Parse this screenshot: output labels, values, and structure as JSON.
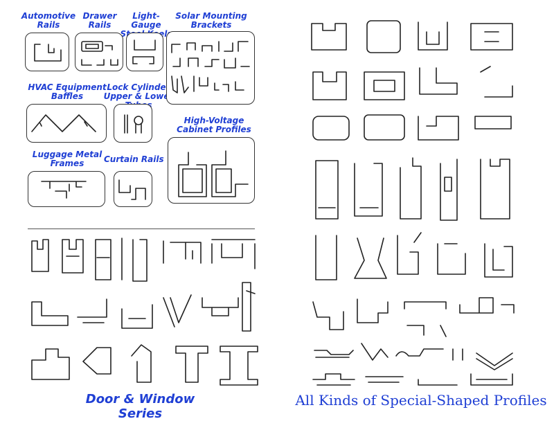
{
  "categories": {
    "automotive_rails": "Automotive\nRails",
    "drawer_rails": "Drawer\nRails",
    "light_gauge": "Light-Gauge\nSteel Keels",
    "solar": "Solar Mounting\nBrackets",
    "hvac": "HVAC Equipment\nBaffles",
    "lock_cylinder": "Lock Cylinder\nUpper & Lower Tubes",
    "high_voltage": "High-Voltage\nCabinet Profiles",
    "luggage": "Luggage Metal\nFrames",
    "curtain": "Curtain Rails"
  },
  "series_titles": {
    "left": "Door & Window Series",
    "right": "All Kinds of Special-Shaped Profiles"
  },
  "colors": {
    "label_blue": "#1f3fd4",
    "line": "#222222"
  }
}
